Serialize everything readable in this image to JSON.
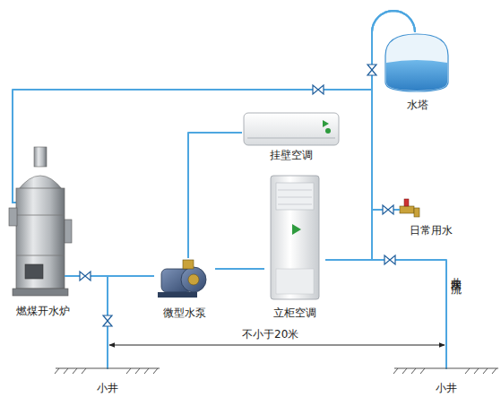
{
  "diagram": {
    "nodes": [
      {
        "text": [
          "水塔"
        ]
      },
      {
        "text": [
          "挂壁空调"
        ]
      },
      {
        "text": [
          "日常用水"
        ]
      },
      {
        "text": [
          "燃煤开水炉"
        ]
      },
      {
        "text": [
          "微型水泵"
        ]
      },
      {
        "text": [
          "立柜空调"
        ]
      },
      {
        "text": [
          "小井"
        ]
      },
      {
        "text": [
          "小井"
        ]
      }
    ],
    "edges": [
      {
        "from": 3,
        "to": 4,
        "arrow": "none"
      },
      {
        "from": 3,
        "to": 6,
        "arrow": "none"
      },
      {
        "from": 3,
        "to": 0,
        "arrow": "none"
      },
      {
        "from": 4,
        "to": 1,
        "arrow": "none"
      },
      {
        "from": 4,
        "to": 5,
        "arrow": "none"
      },
      {
        "from": 5,
        "to": 7,
        "arrow": "none"
      },
      {
        "from": 0,
        "to": 2,
        "arrow": "none"
      },
      {
        "from": 5,
        "to": 0,
        "arrow": "none"
      }
    ],
    "labels": [
      "井水回流",
      "不小于20米"
    ]
  }
}
